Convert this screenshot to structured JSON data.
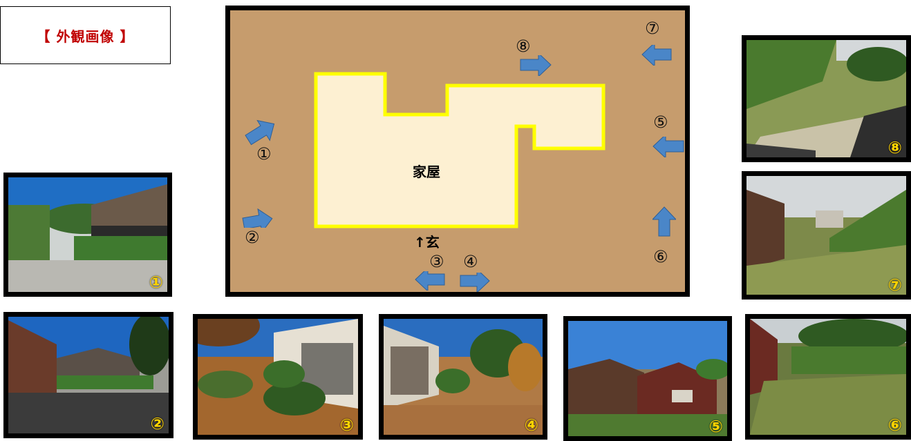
{
  "title": "【 外観画像 】",
  "map": {
    "house_label": "家屋",
    "entrance_label": "↑玄",
    "markers": [
      "①",
      "②",
      "③",
      "④",
      "⑤",
      "⑥",
      "⑦",
      "⑧"
    ]
  },
  "photos": [
    {
      "badge": "①"
    },
    {
      "badge": "②"
    },
    {
      "badge": "③"
    },
    {
      "badge": "④"
    },
    {
      "badge": "⑤"
    },
    {
      "badge": "⑥"
    },
    {
      "badge": "⑦"
    },
    {
      "badge": "⑧"
    }
  ],
  "colors": {
    "title": "#c00000",
    "ground": "#c69c6d",
    "house_fill": "#fdf0d2",
    "house_outline": "#ffff00",
    "arrow": "#4a86c8",
    "badge": "#ffd400"
  }
}
